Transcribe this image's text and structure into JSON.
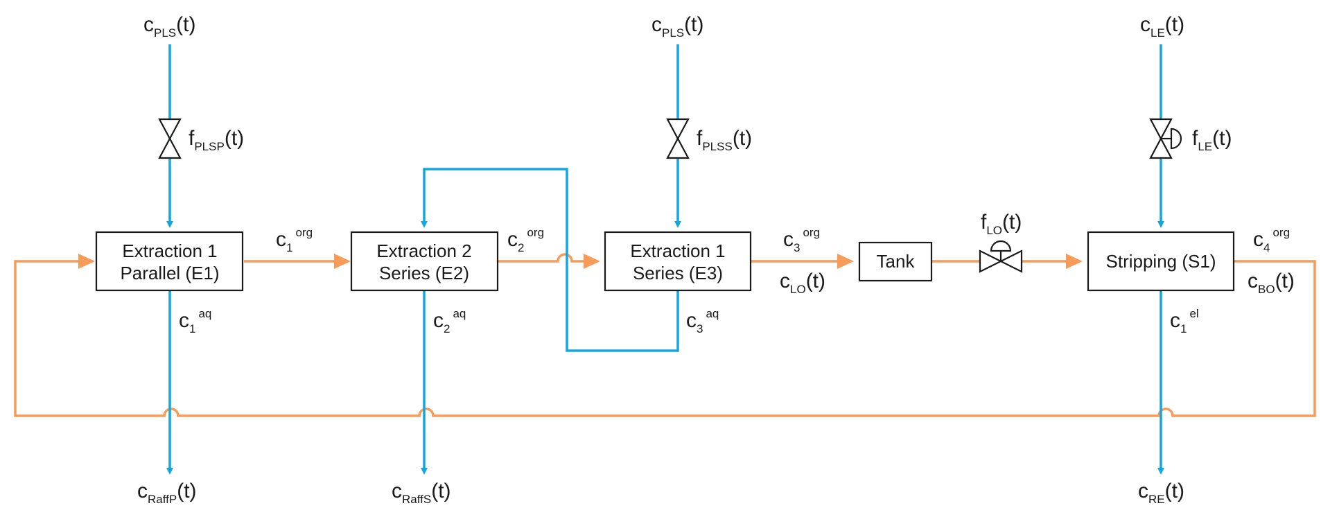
{
  "colors": {
    "aqueous": "#14a6df",
    "organic": "#f79b58",
    "outline": "#1a1a1a"
  },
  "units": {
    "e1": {
      "line1": "Extraction 1",
      "line2": "Parallel (E1)"
    },
    "e2": {
      "line1": "Extraction 2",
      "line2": "Series (E2)"
    },
    "e3": {
      "line1": "Extraction 1",
      "line2": "Series (E3)"
    },
    "tank": {
      "label": "Tank"
    },
    "s1": {
      "label": "Stripping (S1)"
    }
  },
  "labels": {
    "c_pls_1": {
      "base": "c",
      "sub": "PLS",
      "tail": "(t)"
    },
    "c_pls_2": {
      "base": "c",
      "sub": "PLS",
      "tail": "(t)"
    },
    "c_le": {
      "base": "c",
      "sub": "LE",
      "tail": "(t)"
    },
    "f_plsp": {
      "base": "f",
      "sub": "PLSP",
      "tail": "(t)"
    },
    "f_plss": {
      "base": "f",
      "sub": "PLSS",
      "tail": "(t)"
    },
    "f_le": {
      "base": "f",
      "sub": "LE",
      "tail": "(t)"
    },
    "f_lo": {
      "base": "f",
      "sub": "LO",
      "tail": "(t)"
    },
    "c1_org": {
      "base": "c",
      "sub": "1",
      "sup": "org"
    },
    "c2_org": {
      "base": "c",
      "sub": "2",
      "sup": "org"
    },
    "c3_org": {
      "base": "c",
      "sub": "3",
      "sup": "org"
    },
    "c4_org": {
      "base": "c",
      "sub": "4",
      "sup": "org"
    },
    "c1_aq": {
      "base": "c",
      "sub": "1",
      "sup": "aq"
    },
    "c2_aq": {
      "base": "c",
      "sub": "2",
      "sup": "aq"
    },
    "c3_aq": {
      "base": "c",
      "sub": "3",
      "sup": "aq"
    },
    "c1_el": {
      "base": "c",
      "sub": "1",
      "sup": "el"
    },
    "c_lo": {
      "base": "c",
      "sub": "LO",
      "tail": "(t)"
    },
    "c_bo": {
      "base": "c",
      "sub": "BO",
      "tail": "(t)"
    },
    "c_raffp": {
      "base": "c",
      "sub": "RaffP",
      "tail": "(t)"
    },
    "c_raffs": {
      "base": "c",
      "sub": "RaffS",
      "tail": "(t)"
    },
    "c_re": {
      "base": "c",
      "sub": "RE",
      "tail": "(t)"
    }
  }
}
